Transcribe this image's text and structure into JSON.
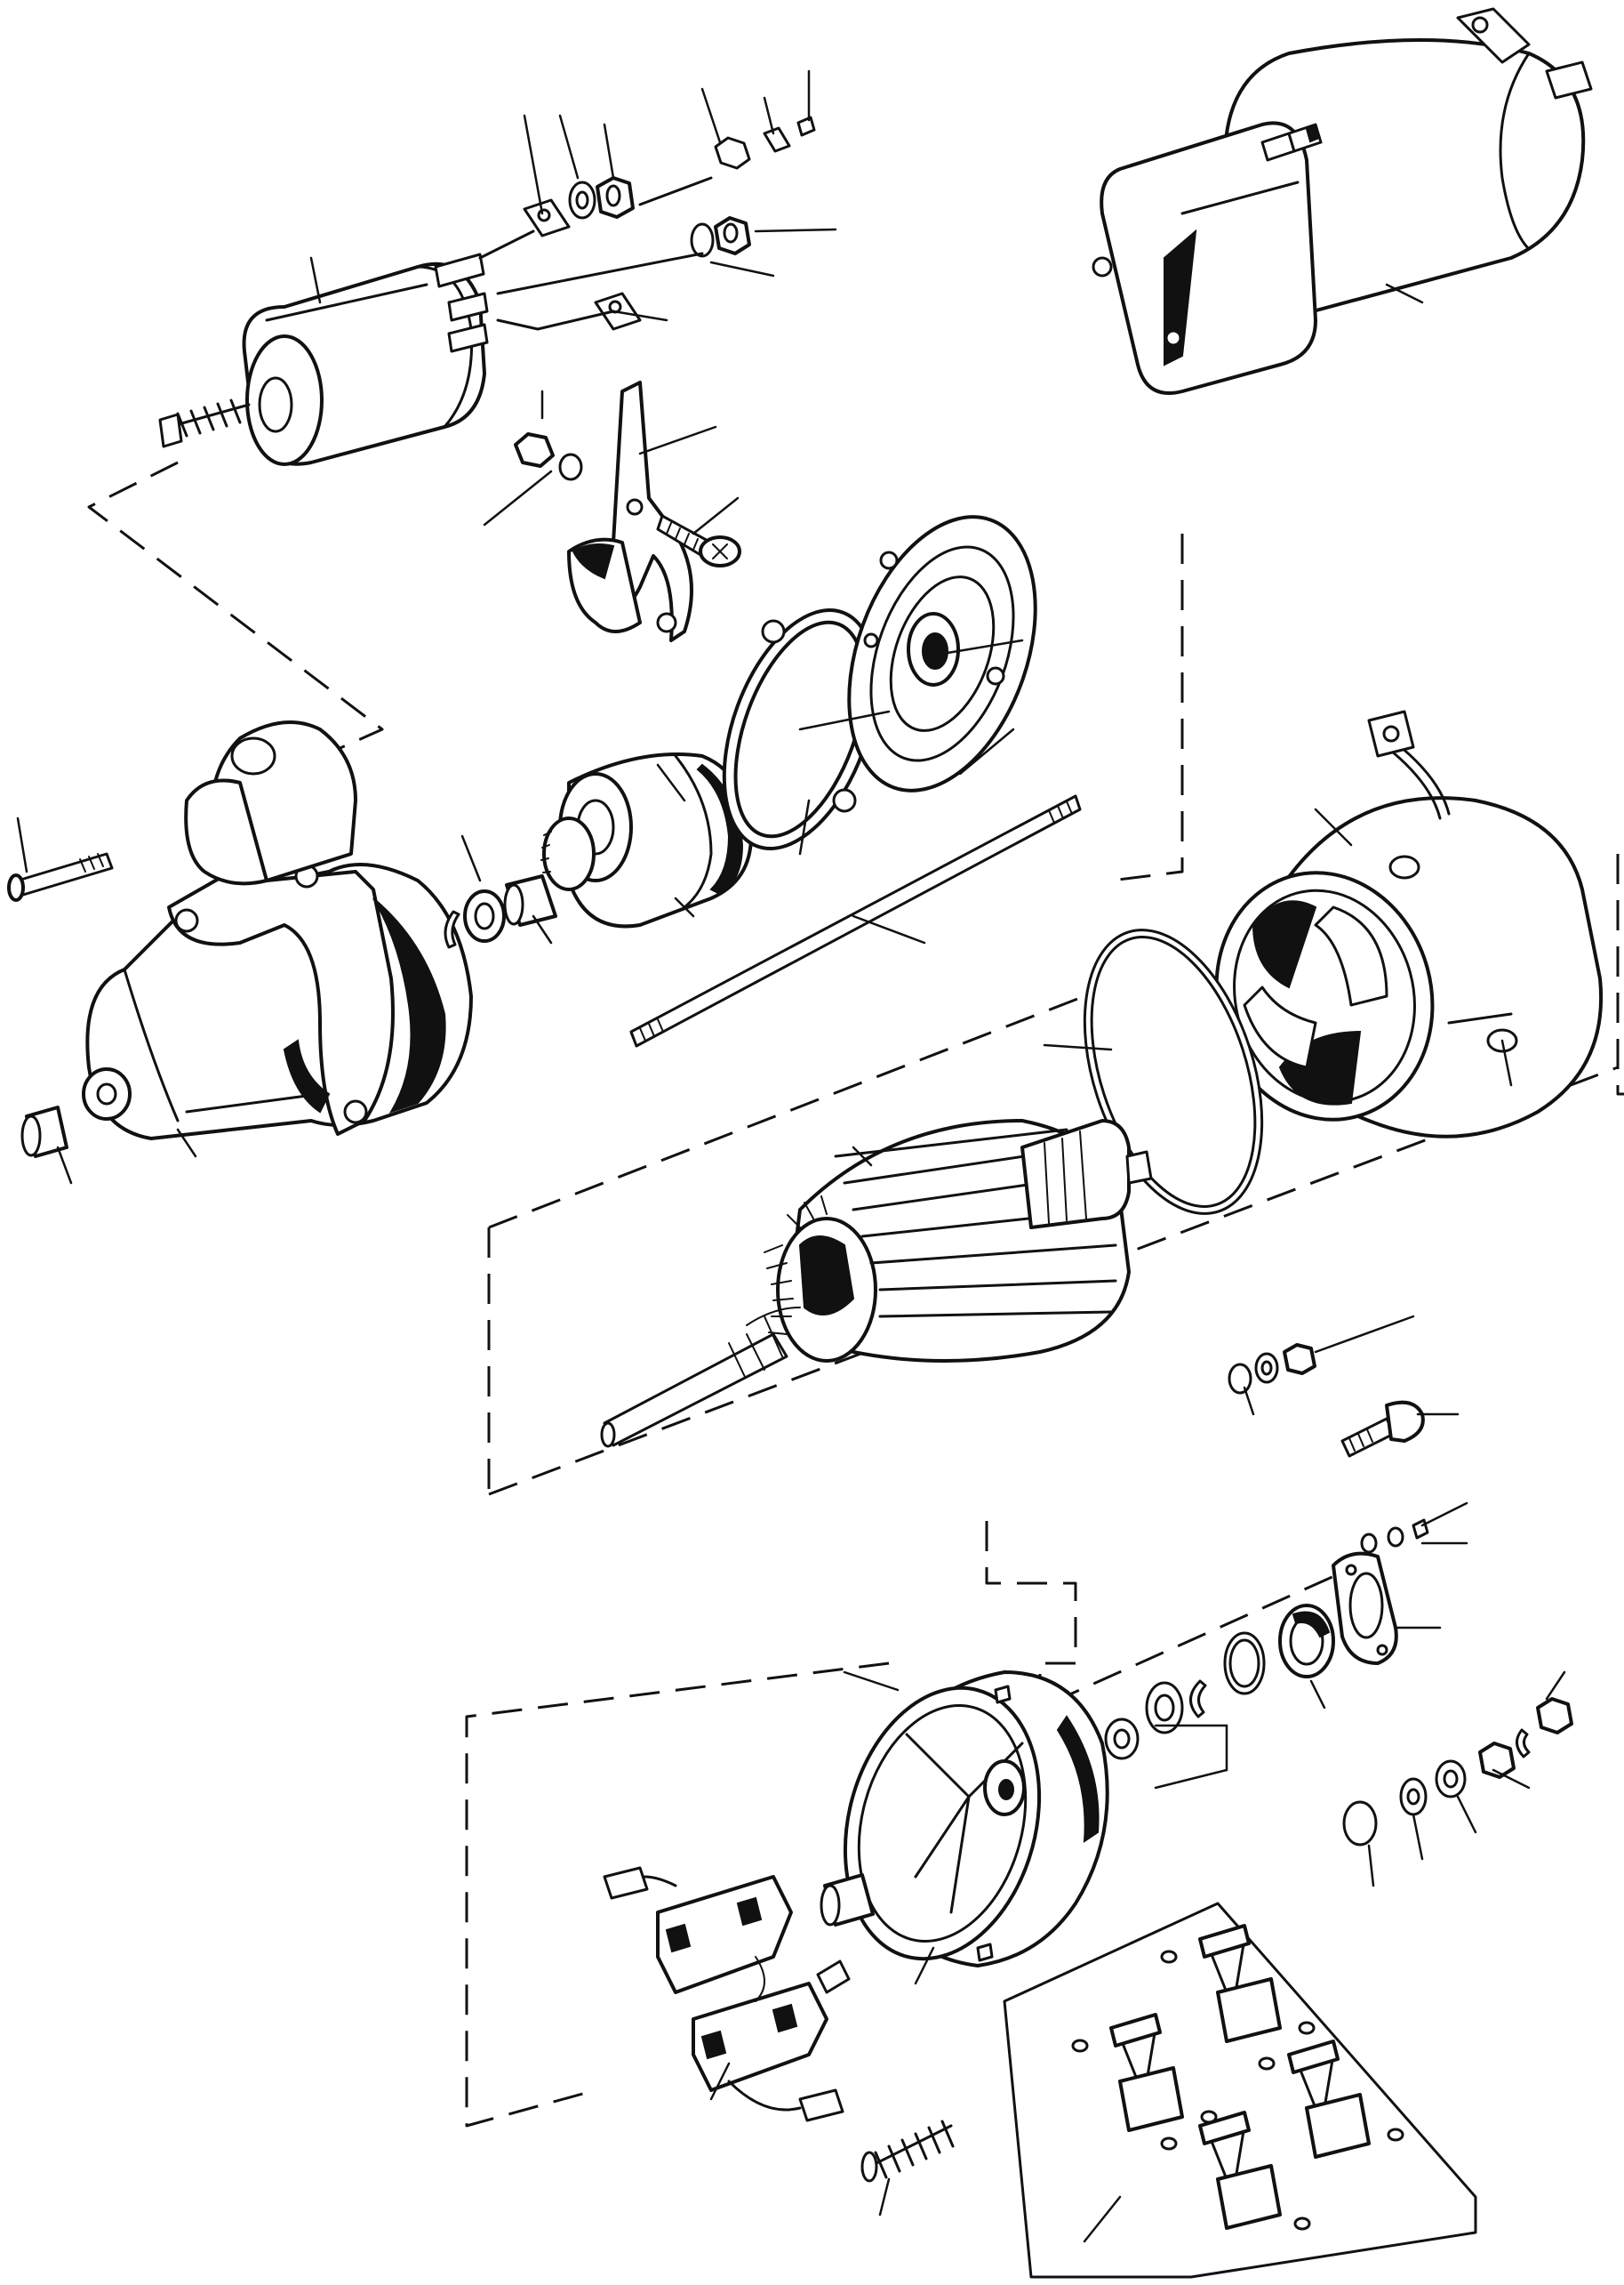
{
  "diagram": {
    "type": "exploded-parts-view",
    "subject": "starter motor",
    "colors": {
      "ink": "#111111",
      "paper": "#ffffff"
    },
    "callouts_labeled": false,
    "groups": [
      {
        "name": "solenoid-group",
        "parts": [
          "solenoid",
          "terminal-nut",
          "lock-washer",
          "terminal-plate",
          "small-screw",
          "small-nut"
        ]
      },
      {
        "name": "drive-end-group",
        "parts": [
          "drive-end-housing",
          "through-bolt",
          "bushing",
          "shift-fork",
          "pivot-bolt",
          "pinion-drive",
          "stop-collar",
          "circlip",
          "intermediate-plate",
          "seal-ring",
          "tie-rod"
        ]
      },
      {
        "name": "field-frame-group",
        "parts": [
          "field-frame",
          "o-ring",
          "armature"
        ]
      },
      {
        "name": "commutator-end-group",
        "parts": [
          "commutator-end-bracket",
          "brush-holder",
          "brush-spring",
          "bushing",
          "shim-washers",
          "cap",
          "gasket"
        ]
      },
      {
        "name": "brush-set",
        "parts": [
          "brush",
          "brush",
          "brush",
          "brush"
        ]
      }
    ]
  }
}
